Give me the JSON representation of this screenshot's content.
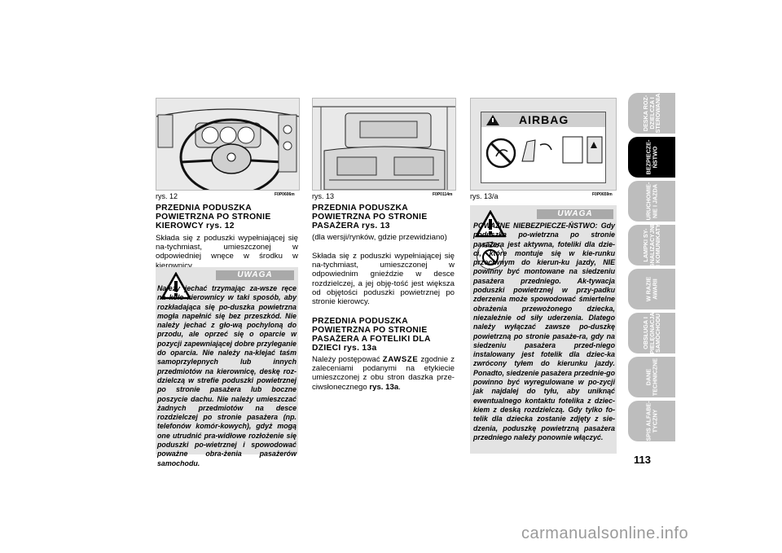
{
  "figures": [
    {
      "label": "rys. 12",
      "code": "F0P0606m"
    },
    {
      "label": "rys. 13",
      "code": "F0P0114m"
    },
    {
      "label": "rys. 13/a",
      "code": "F0P0659m"
    }
  ],
  "col1": {
    "heading": "PRZEDNIA PODUSZKA POWIETRZNA PO STRONIE KIEROWCY rys. 12",
    "body": "Składa się z poduszki wypełniającej się na-tychmiast, umieszczonej w odpowiedniej wnęce w środku w kierownicy.",
    "warning_title": "UWAGA",
    "warning_text": "Należy jechać trzymając za-wsze ręce na kole kierownicy w taki sposób, aby rozkładająca się po-duszka powietrzna mogła napełnić się bez przeszkód. Nie należy jechać z gło-wą pochyloną do przodu, ale oprzeć się o oparcie w pozycji zapewniającej dobre przyleganie do oparcia. Nie należy na-klejać taśm samoprzylepnych lub innych przedmiotów na kierownicę, deskę roz-dzielczą w strefie poduszki powietrznej po stronie pasażera lub boczne poszycie dachu. Nie należy umieszczać żadnych przedmiotów na desce rozdzielczej po stronie pasażera (np. telefonów komór-kowych), gdyż mogą one utrudnić pra-widłowe rozłożenie się poduszki po-wietrznej i spowodować poważne obra-żenia pasażerów samochodu."
  },
  "col2": {
    "heading1": "PRZEDNIA PODUSZKA POWIETRZNA PO STRONIE PASAŻERA rys. 13",
    "sub1": "(dla wersji/rynków, gdzie przewidziano)",
    "body1": "Składa się z poduszki wypełniającej się na-tychmiast, umieszczonej w odpowiednim gnieździe w desce rozdzielczej, a jej obję-tość jest większa od objętości poduszki powietrznej po stronie kierowcy.",
    "heading2": "PRZEDNIA PODUSZKA POWIETRZNA PO STRONIE PASAŻERA A FOTELIKI DLA DZIECI rys. 13a",
    "body2_a": "Należy postępować",
    "body2_b": "ZAWSZE",
    "body2_c": "zgodnie z zaleceniami podanymi na etykiecie umieszczonej z obu stron daszka prze-ciwsłonecznego",
    "body2_d": "rys. 13a",
    "body2_e": "."
  },
  "col3": {
    "label_title": "AIRBAG",
    "badge_text": "AIRBAG",
    "warning_title": "UWAGA",
    "warning_text": "POWAŻNE NIEBEZPIECZE-ŃSTWO: Gdy poduszka po-wietrzna po stronie pasażera jest aktywna, foteliki dla dzie-ci, które montuje się w kie-runku przeciwnym do kierun-ku jazdy, NIE powinny być montowane na siedzeniu pasażera przedniego. Ak-tywacja poduszki powietrznej w przy-padku zderzenia może spowodować śmiertelne obrażenia przewożonego dziecka, niezależnie od siły uderzenia. Dlatego należy wyłączać zawsze po-duszkę powietrzną po stronie pasaże-ra, gdy na siedzeniu pasażera przed-niego instalowany jest fotelik dla dziec-ka zwrócony tyłem do kierunku jazdy. Ponadto, siedzenie pasażera przednie-go powinno być wyregulowane w po-zycji jak najdalej do tyłu, aby uniknąć ewentualnego kontaktu fotelika z dziec-kiem z deską rozdzielczą. Gdy tylko fo-telik dla dziecka zostanie zdjęty z sie-dzenia, poduszkę powietrzną pasażera przedniego należy ponownie włączyć."
  },
  "tabs": [
    {
      "label": "DESKA ROZ-\nDZIELCZA I\nSTEROWANIA",
      "active": false
    },
    {
      "label": "BEZPIECZE-\nŃSTWO",
      "active": true
    },
    {
      "label": "URUCHOMIE-\nNIE I JAZDA",
      "active": false
    },
    {
      "label": "LAMPKI SY-\nGNALIZACYJNE\nI KOMUNIKATY",
      "active": false
    },
    {
      "label": "W RAZIE\nAWARII",
      "active": false
    },
    {
      "label": "OBSŁUGA I\nPIELĘGNACJA\nSAMOCHODU",
      "active": false
    },
    {
      "label": "DANE\nTECHNICZNE",
      "active": false
    },
    {
      "label": "SPIS ALFABE-\nTYCZNY",
      "active": false
    }
  ],
  "page_number": "113",
  "watermark": "carmanualsonline.info"
}
